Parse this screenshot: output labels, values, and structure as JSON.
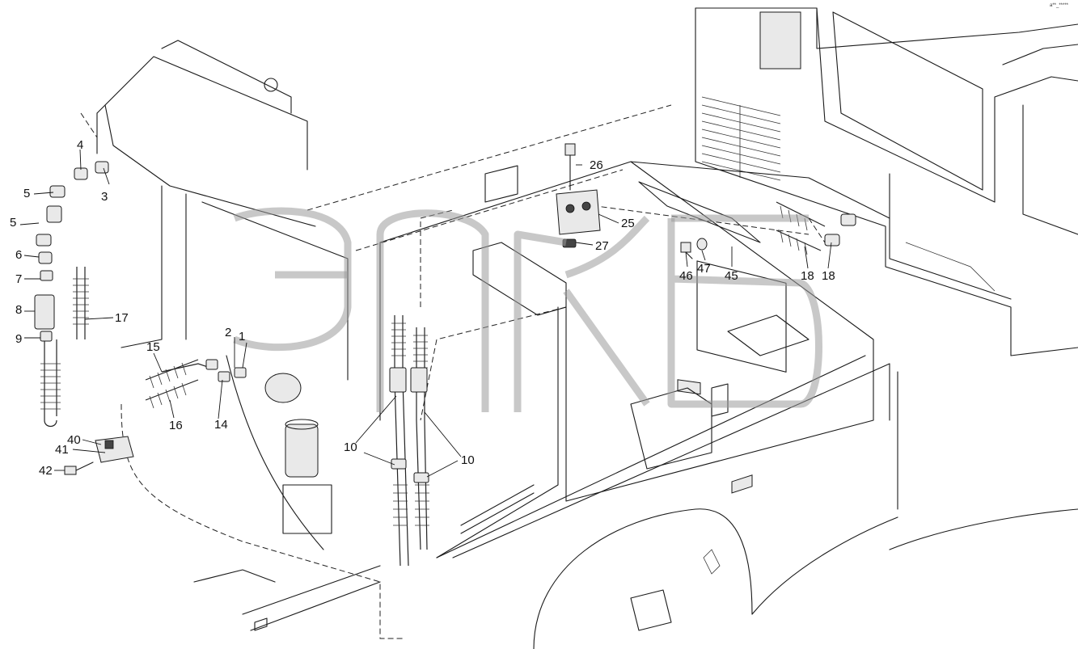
{
  "diagram": {
    "corner_code": "a**_*****",
    "watermark_text": "эпкб",
    "part_labels": [
      "1",
      "2",
      "3",
      "4",
      "5",
      "5",
      "6",
      "7",
      "8",
      "9",
      "10",
      "10",
      "14",
      "15",
      "16",
      "17",
      "18",
      "18",
      "25",
      "26",
      "27",
      "40",
      "41",
      "42",
      "45",
      "46",
      "47"
    ]
  }
}
